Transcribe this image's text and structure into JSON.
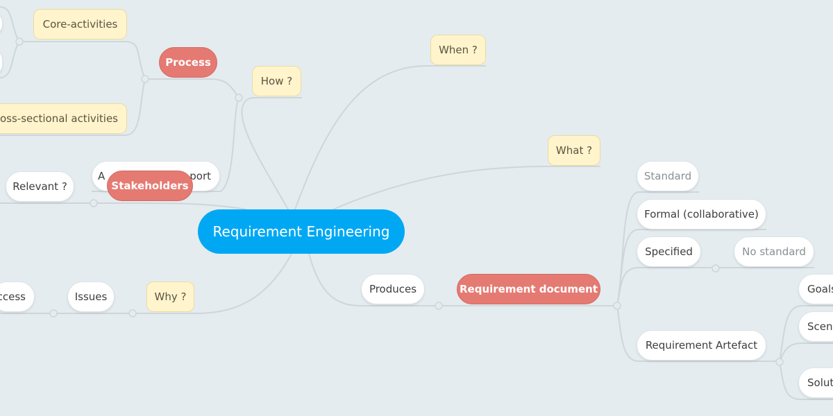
{
  "colors": {
    "background": "#e4ecf0",
    "root": "#00a8f3",
    "main_topic": "#e57a72",
    "question": "#fff4cc",
    "leaf": "#ffffff",
    "connector": "#cfd6da"
  },
  "root": {
    "label": "Requirement Engineering"
  },
  "nodes": {
    "how": "How ?",
    "when": "When ?",
    "what": "What ?",
    "why": "Why ?",
    "process": "Process",
    "core_activities": "Core-activities",
    "cross_sectional": "oss-sectional activities",
    "approach_partial_start": "A",
    "approach_partial_end": "port",
    "stakeholders": "Stakeholders",
    "relevant": "Relevant ?",
    "issues": "Issues",
    "success_partial": "ccess",
    "produces": "Produces",
    "requirement_document": "Requirement document",
    "standard": "Standard",
    "formal": "Formal (collaborative)",
    "specified": "Specified",
    "no_standard": "No standard",
    "requirement_artefact": "Requirement Artefact",
    "goals": "Goals",
    "scenarios_partial": "Scen",
    "solution_partial": "Solut"
  }
}
